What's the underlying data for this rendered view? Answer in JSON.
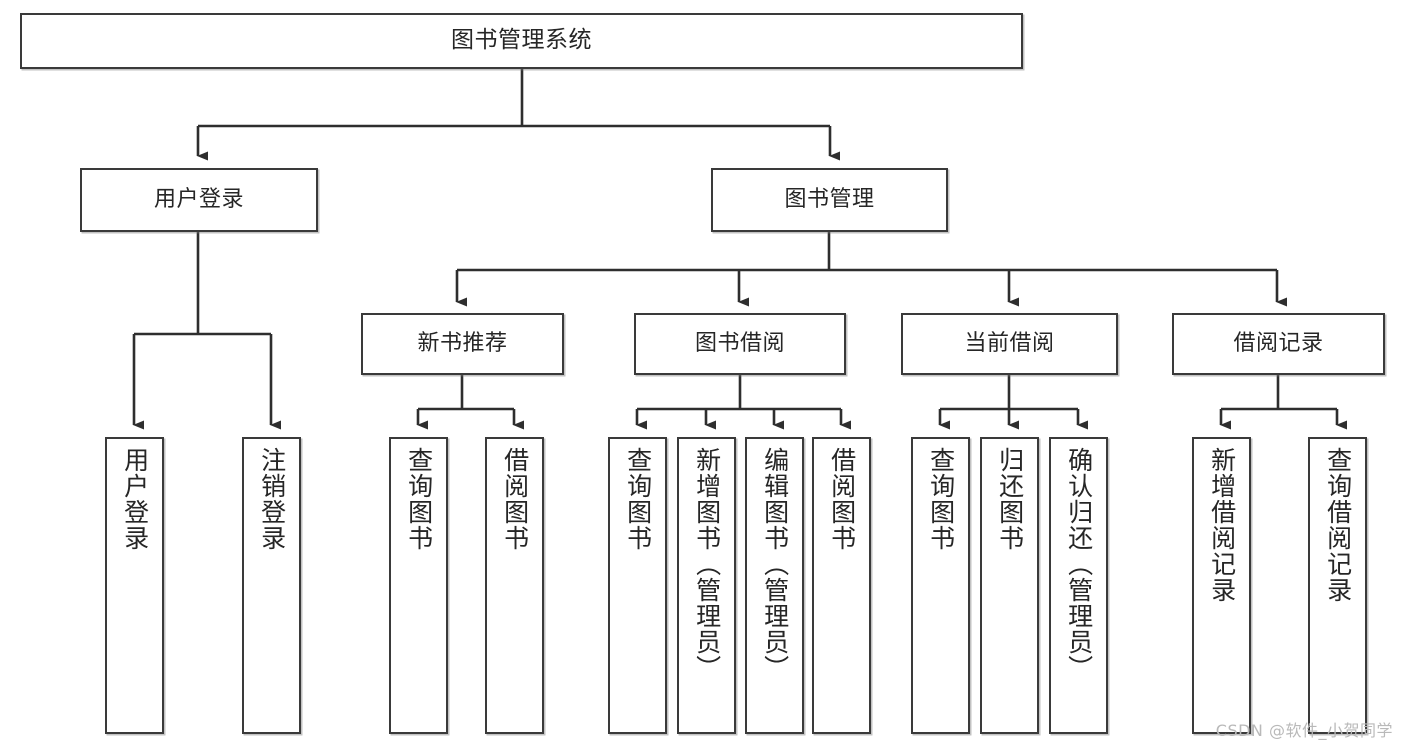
{
  "diagram": {
    "title": "图书管理系统",
    "type": "tree",
    "watermark": "CSDN @软件_小贺同学",
    "nodes": {
      "root": {
        "label": "图书管理系统"
      },
      "level1": [
        {
          "id": "user-login",
          "label": "用户登录"
        },
        {
          "id": "book-manage",
          "label": "图书管理"
        }
      ],
      "level2": [
        {
          "id": "new-book-recommend",
          "label": "新书推荐"
        },
        {
          "id": "book-borrow",
          "label": "图书借阅"
        },
        {
          "id": "current-borrow",
          "label": "当前借阅"
        },
        {
          "id": "borrow-record",
          "label": "借阅记录"
        }
      ],
      "leaves": {
        "user-login": [
          {
            "id": "leaf-user-login",
            "label": "用户登录"
          },
          {
            "id": "leaf-user-logout",
            "label": "注销登录"
          }
        ],
        "new-book-recommend": [
          {
            "id": "leaf-query-book-1",
            "label": "查询图书"
          },
          {
            "id": "leaf-borrow-book-1",
            "label": "借阅图书"
          }
        ],
        "book-borrow": [
          {
            "id": "leaf-query-book-2",
            "label": "查询图书"
          },
          {
            "id": "leaf-add-book",
            "label": "新增图书（管理员）"
          },
          {
            "id": "leaf-edit-book",
            "label": "编辑图书（管理员）"
          },
          {
            "id": "leaf-borrow-book-2",
            "label": "借阅图书"
          }
        ],
        "current-borrow": [
          {
            "id": "leaf-query-book-3",
            "label": "查询图书"
          },
          {
            "id": "leaf-return-book",
            "label": "归还图书"
          },
          {
            "id": "leaf-confirm-return",
            "label": "确认归还（管理员）"
          }
        ],
        "borrow-record": [
          {
            "id": "leaf-add-record",
            "label": "新增借阅记录"
          },
          {
            "id": "leaf-query-record",
            "label": "查询借阅记录"
          }
        ]
      }
    },
    "colors": {
      "border": "#3a3a3a",
      "text": "#262626",
      "background": "#ffffff",
      "watermark": "#b9b9b9"
    }
  }
}
